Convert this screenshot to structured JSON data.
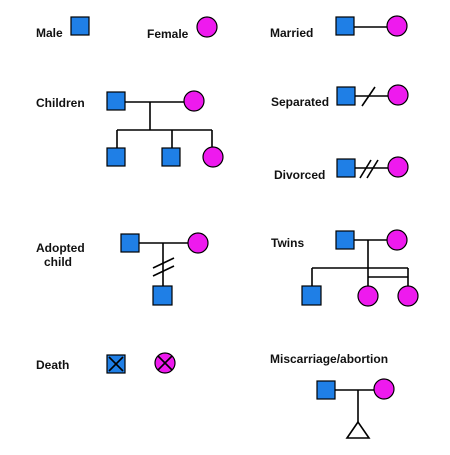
{
  "labels": {
    "male": "Male",
    "female": "Female",
    "married": "Married",
    "children": "Children",
    "separated": "Separated",
    "divorced": "Divorced",
    "adopted_line1": "Adopted",
    "adopted_line2": "child",
    "twins": "Twins",
    "death": "Death",
    "miscarriage": "Miscarriage/abortion"
  },
  "colors": {
    "male": "#1f7fe6",
    "female": "#ee1aee",
    "line": "#000000"
  },
  "symbols": [
    "male-square",
    "female-circle",
    "deceased-male-x",
    "deceased-female-x",
    "triangle"
  ]
}
